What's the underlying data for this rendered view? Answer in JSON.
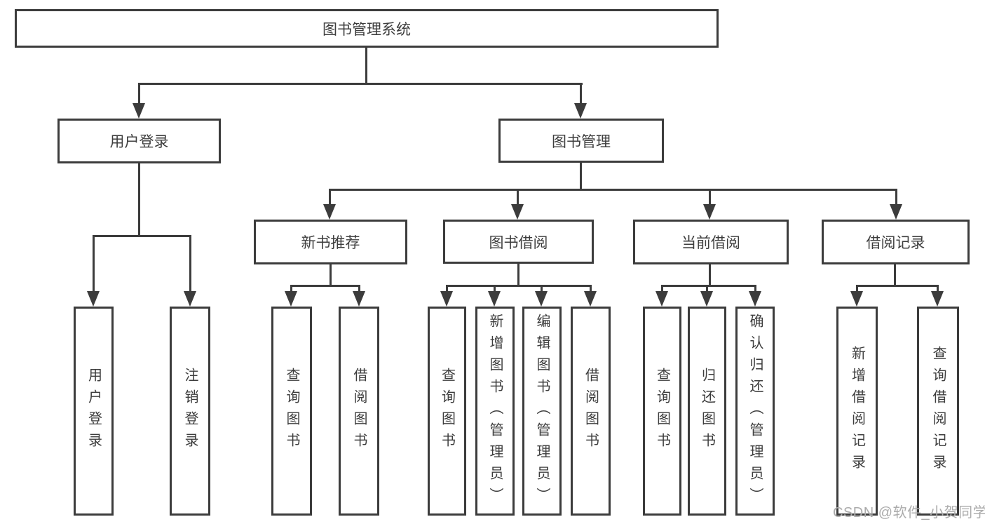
{
  "root": {
    "label": "图书管理系统"
  },
  "level2": [
    {
      "label": "用户登录"
    },
    {
      "label": "图书管理"
    }
  ],
  "level3": [
    {
      "label": "新书推荐",
      "parent": "图书管理"
    },
    {
      "label": "图书借阅",
      "parent": "图书管理"
    },
    {
      "label": "当前借阅",
      "parent": "图书管理"
    },
    {
      "label": "借阅记录",
      "parent": "图书管理"
    }
  ],
  "leaves": [
    {
      "label": "用户登录",
      "parent": "用户登录"
    },
    {
      "label": "注销登录",
      "parent": "用户登录"
    },
    {
      "label": "查询图书",
      "parent": "新书推荐"
    },
    {
      "label": "借阅图书",
      "parent": "新书推荐"
    },
    {
      "label": "查询图书",
      "parent": "图书借阅"
    },
    {
      "label": "新增图书（管理员）",
      "parent": "图书借阅"
    },
    {
      "label": "编辑图书（管理员）",
      "parent": "图书借阅"
    },
    {
      "label": "借阅图书",
      "parent": "图书借阅"
    },
    {
      "label": "查询图书",
      "parent": "当前借阅"
    },
    {
      "label": "归还图书",
      "parent": "当前借阅"
    },
    {
      "label": "确认归还（管理员）",
      "parent": "当前借阅"
    },
    {
      "label": "新增借阅记录",
      "parent": "借阅记录"
    },
    {
      "label": "查询借阅记录",
      "parent": "借阅记录"
    }
  ],
  "watermark": "CSDN @软件_小贺同学",
  "colors": {
    "line": "#3c3c3c",
    "text": "#3d3d3d",
    "background": "#ffffff",
    "watermark": "#ababab"
  }
}
